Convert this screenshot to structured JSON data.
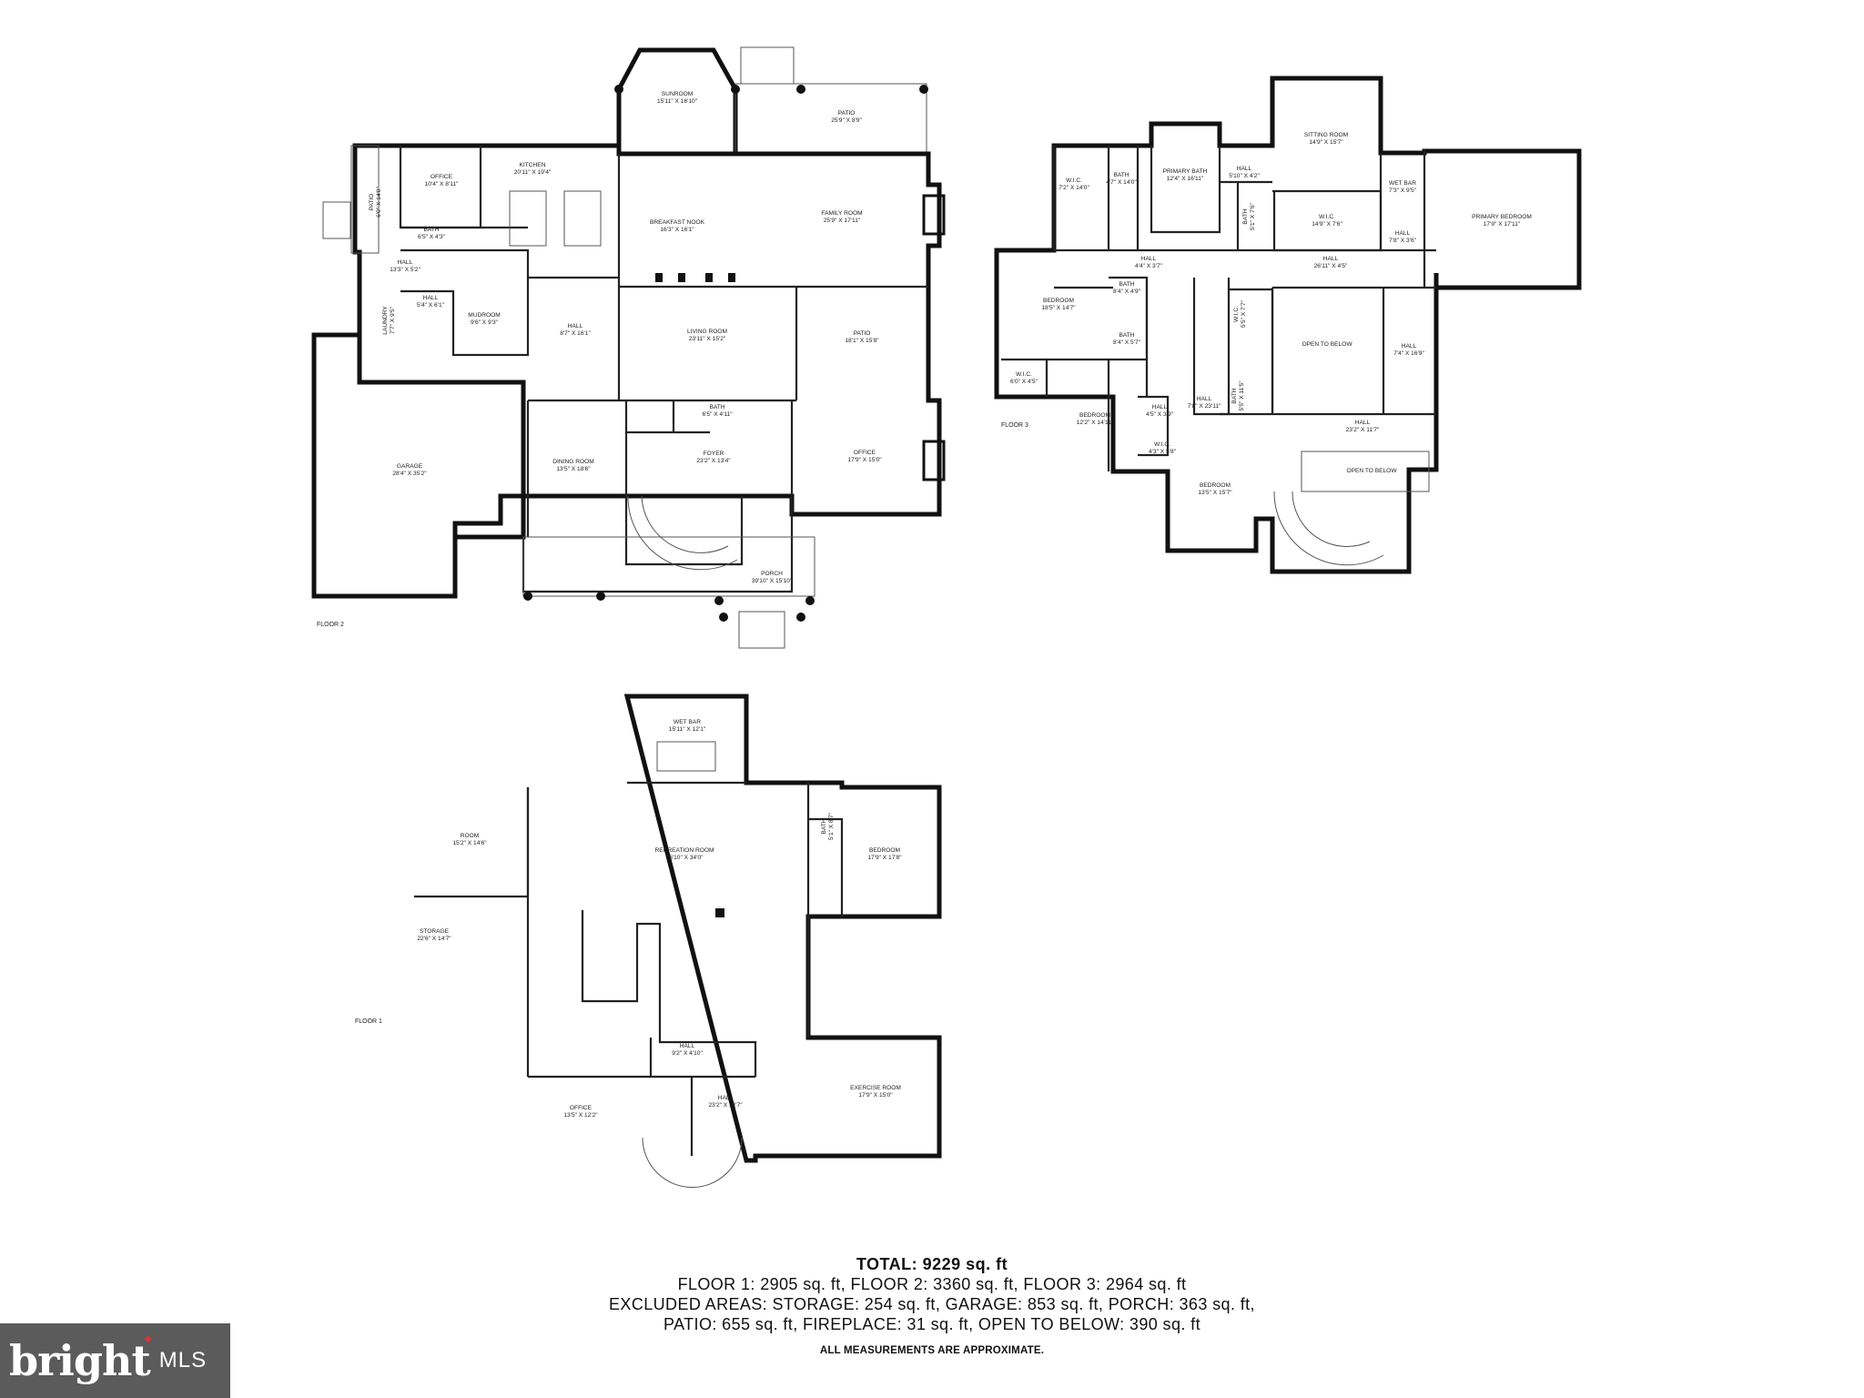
{
  "floors": {
    "floor2": {
      "label": "FLOOR 2",
      "rooms": [
        {
          "name": "SUNROOM",
          "dims": "15'11\" X 16'10\""
        },
        {
          "name": "PATIO",
          "dims": "25'9\" X 8'9\""
        },
        {
          "name": "KITCHEN",
          "dims": "20'11\" X 19'4\""
        },
        {
          "name": "OFFICE",
          "dims": "10'4\" X 8'11\""
        },
        {
          "name": "PATIO",
          "dims": "6'0\" X 14'0\""
        },
        {
          "name": "BATH",
          "dims": "6'5\" X 4'3\""
        },
        {
          "name": "BREAKFAST NOOK",
          "dims": "16'3\" X 16'1\""
        },
        {
          "name": "FAMILY ROOM",
          "dims": "25'9\" X 17'11\""
        },
        {
          "name": "HALL",
          "dims": "13'3\" X 5'2\""
        },
        {
          "name": "HALL",
          "dims": "5'4\" X 6'1\""
        },
        {
          "name": "LAUNDRY",
          "dims": "7'7\" X 9'5\""
        },
        {
          "name": "MUDROOM",
          "dims": "9'6\" X 9'3\""
        },
        {
          "name": "HALL",
          "dims": "8'7\" X 16'1\""
        },
        {
          "name": "LIVING ROOM",
          "dims": "23'11\" X 15'2\""
        },
        {
          "name": "PATIO",
          "dims": "18'1\" X 15'8\""
        },
        {
          "name": "BATH",
          "dims": "6'5\" X 4'11\""
        },
        {
          "name": "GARAGE",
          "dims": "28'4\" X 35'2\""
        },
        {
          "name": "DINING ROOM",
          "dims": "13'5\" X 18'6\""
        },
        {
          "name": "FOYER",
          "dims": "23'2\" X 13'4\""
        },
        {
          "name": "OFFICE",
          "dims": "17'9\" X 15'0\""
        },
        {
          "name": "PORCH",
          "dims": "39'10\" X 15'10\""
        }
      ]
    },
    "floor3": {
      "label": "FLOOR 3",
      "rooms": [
        {
          "name": "SITTING ROOM",
          "dims": "14'9\" X 15'7\""
        },
        {
          "name": "W.I.C.",
          "dims": "7'2\" X 14'0\""
        },
        {
          "name": "BATH",
          "dims": "4'7\" X 14'0\""
        },
        {
          "name": "PRIMARY BATH",
          "dims": "12'4\" X 16'11\""
        },
        {
          "name": "HALL",
          "dims": "5'10\" X 4'2\""
        },
        {
          "name": "WET BAR",
          "dims": "7'3\" X 9'5\""
        },
        {
          "name": "PRIMARY BEDROOM",
          "dims": "17'9\" X 17'11\""
        },
        {
          "name": "BATH",
          "dims": "5'1\" X 7'6\""
        },
        {
          "name": "W.I.C.",
          "dims": "14'9\" X 7'6\""
        },
        {
          "name": "HALL",
          "dims": "7'8\" X 3'6\""
        },
        {
          "name": "HALL",
          "dims": "4'4\" X 3'7\""
        },
        {
          "name": "HALL",
          "dims": "26'11\" X 4'5\""
        },
        {
          "name": "BEDROOM",
          "dims": "18'5\" X 14'7\""
        },
        {
          "name": "BATH",
          "dims": "8'4\" X 4'9\""
        },
        {
          "name": "W.I.C.",
          "dims": "5'5\" X 7'7\""
        },
        {
          "name": "BATH",
          "dims": "8'4\" X 5'7\""
        },
        {
          "name": "OPEN TO BELOW",
          "dims": ""
        },
        {
          "name": "HALL",
          "dims": "7'4\" X 16'9\""
        },
        {
          "name": "W.I.C.",
          "dims": "6'0\" X 4'5\""
        },
        {
          "name": "BATH",
          "dims": "5'5\" X 11'5\""
        },
        {
          "name": "BEDROOM",
          "dims": "12'2\" X 14'11\""
        },
        {
          "name": "HALL",
          "dims": "7'8\" X 23'11\""
        },
        {
          "name": "HALL",
          "dims": "4'5\" X 3'9\""
        },
        {
          "name": "HALL",
          "dims": "23'2\" X 11'7\""
        },
        {
          "name": "W.I.C.",
          "dims": "4'3\" X 5'8\""
        },
        {
          "name": "OPEN TO BELOW",
          "dims": ""
        },
        {
          "name": "BEDROOM",
          "dims": "13'5\" X 15'7\""
        }
      ]
    },
    "floor1": {
      "label": "FLOOR 1",
      "rooms": [
        {
          "name": "WET BAR",
          "dims": "15'11\" X 12'1\""
        },
        {
          "name": "ROOM",
          "dims": "15'2\" X 14'6\""
        },
        {
          "name": "RECREATION ROOM",
          "dims": "36'10\" X 34'0\""
        },
        {
          "name": "BATH",
          "dims": "5'1\" X 8'7\""
        },
        {
          "name": "BEDROOM",
          "dims": "17'9\" X 17'8\""
        },
        {
          "name": "STORAGE",
          "dims": "22'6\" X 14'7\""
        },
        {
          "name": "HALL",
          "dims": "9'2\" X 4'10\""
        },
        {
          "name": "EXERCISE ROOM",
          "dims": "17'9\" X 15'0\""
        },
        {
          "name": "OFFICE",
          "dims": "13'5\" X 12'2\""
        },
        {
          "name": "HALL",
          "dims": "23'2\" X 12'7\""
        }
      ]
    }
  },
  "summary": {
    "total": "TOTAL: 9229 sq. ft",
    "line1": "FLOOR 1: 2905 sq. ft, FLOOR 2: 3360 sq. ft, FLOOR 3: 2964 sq. ft",
    "line2": "EXCLUDED AREAS: STORAGE: 254 sq. ft, GARAGE: 853 sq. ft, PORCH: 363 sq. ft,",
    "line3": "PATIO: 655 sq. ft, FIREPLACE: 31 sq. ft, OPEN TO BELOW: 390 sq. ft",
    "note": "ALL MEASUREMENTS ARE APPROXIMATE."
  },
  "logo": {
    "word": "bright",
    "suffix": "MLS",
    "accent_color": "#e0313a",
    "bg_color": "#5b5b5b"
  }
}
